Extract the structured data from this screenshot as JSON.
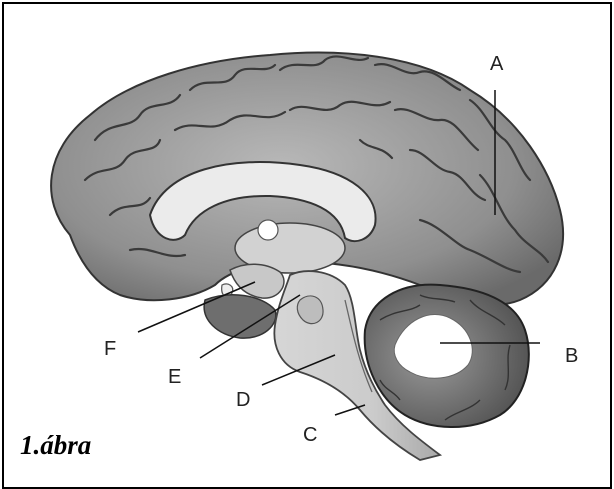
{
  "figure": {
    "caption": "1.ábra",
    "labels": {
      "A": "A",
      "B": "B",
      "C": "C",
      "D": "D",
      "E": "E",
      "F": "F"
    }
  }
}
